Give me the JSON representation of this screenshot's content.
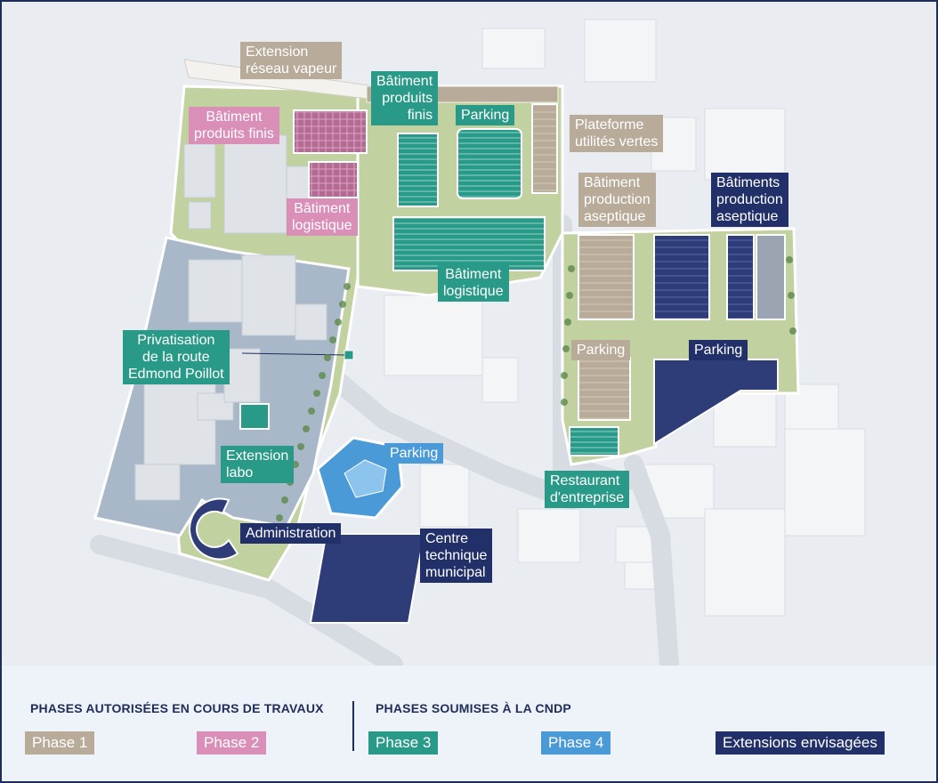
{
  "colors": {
    "phase1": "#b9ab99",
    "phase2": "#d98fb8",
    "phase3": "#2a9a88",
    "phase4": "#4a9ad8",
    "extensions": "#22306a",
    "border": "#1f2d5a"
  },
  "map": {
    "labels": {
      "extension_reseau_vapeur": [
        "Extension",
        "réseau vapeur"
      ],
      "batiment_produits_finis_p2": [
        "Bâtiment",
        "produits finis"
      ],
      "batiment_logistique_p2": [
        "Bâtiment",
        "logistique"
      ],
      "batiment_produits_finis_p3": [
        "Bâtiment",
        "produits",
        "finis"
      ],
      "parking_p3": [
        "Parking"
      ],
      "batiment_logistique_p3": [
        "Bâtiment",
        "logistique"
      ],
      "plateforme_utilites_vertes": [
        "Plateforme",
        "utilités vertes"
      ],
      "batiment_production_aseptique_p1": [
        "Bâtiment",
        "production",
        "aseptique"
      ],
      "batiments_production_aseptique_ext": [
        "Bâtiments",
        "production",
        "aseptique"
      ],
      "parking_p1": [
        "Parking"
      ],
      "parking_ext": [
        "Parking"
      ],
      "privatisation_route": [
        "Privatisation",
        "de la route",
        "Edmond Poillot"
      ],
      "extension_labo": [
        "Extension",
        "labo"
      ],
      "parking_p4": [
        "Parking"
      ],
      "restaurant_entreprise": [
        "Restaurant",
        "d'entreprise"
      ],
      "administration": [
        "Administration"
      ],
      "centre_technique_municipal": [
        "Centre",
        "technique",
        "municipal"
      ]
    }
  },
  "legend": {
    "authorized_heading": "PHASES AUTORISÉES EN COURS DE TRAVAUX",
    "cndp_heading": "PHASES SOUMISES À LA CNDP",
    "items": [
      "Phase 1",
      "Phase 2",
      "Phase 3",
      "Phase 4",
      "Extensions envisagées"
    ]
  }
}
